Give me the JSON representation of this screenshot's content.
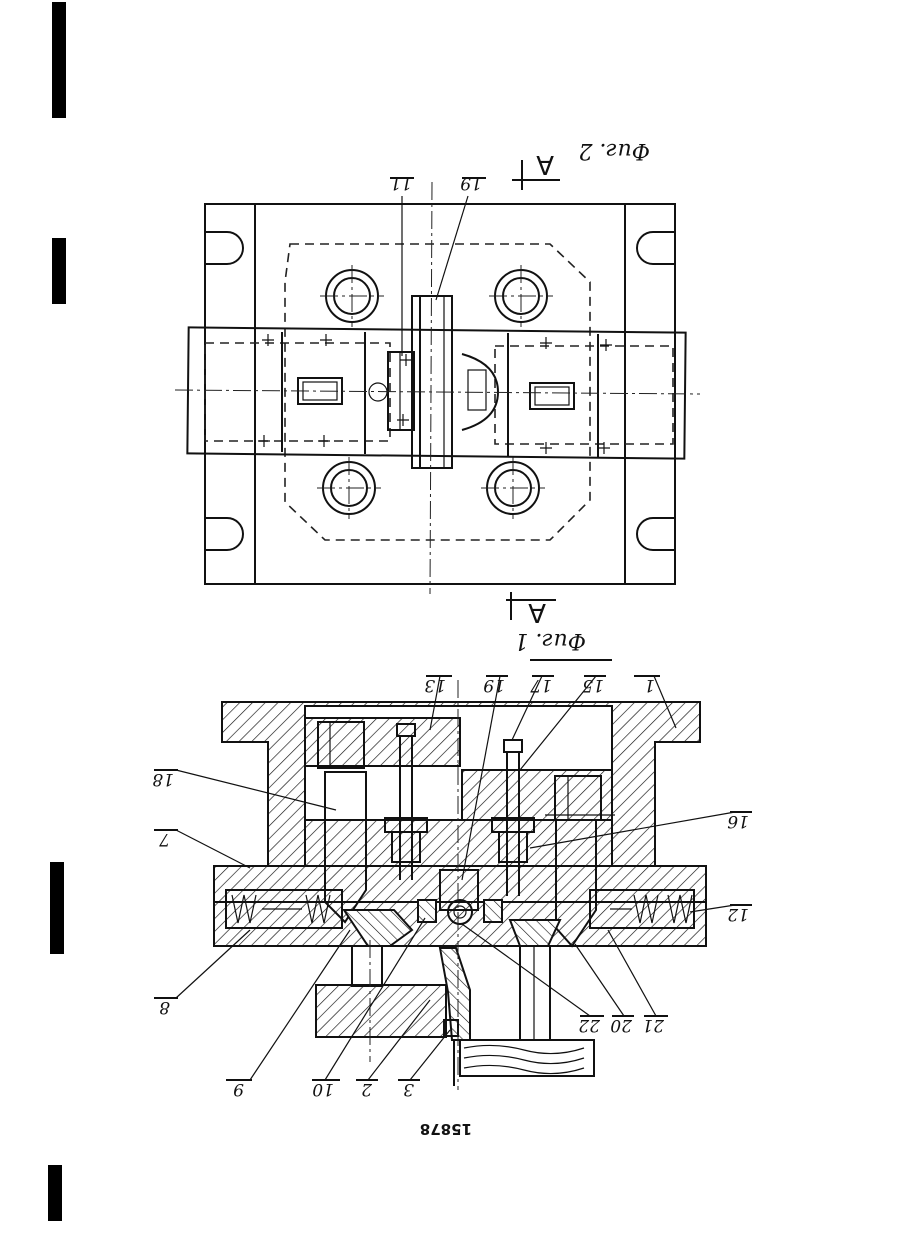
{
  "page_number": "15878",
  "figures": {
    "fig1": {
      "caption": "Фиг. 1",
      "section_mark": "A"
    },
    "fig2": {
      "caption": "Фиг. 2",
      "section_mark": "A"
    }
  },
  "labels": {
    "l1": "1",
    "l2": "2",
    "l3": "3",
    "l7": "7",
    "l8": "8",
    "l9": "9",
    "l10": "10",
    "l11": "11",
    "l12": "12",
    "l13": "13",
    "l15": "15",
    "l16": "16",
    "l17": "17",
    "l18": "18",
    "l19a": "19",
    "l19b": "19",
    "l20": "20",
    "l21": "21",
    "l22": "22"
  }
}
